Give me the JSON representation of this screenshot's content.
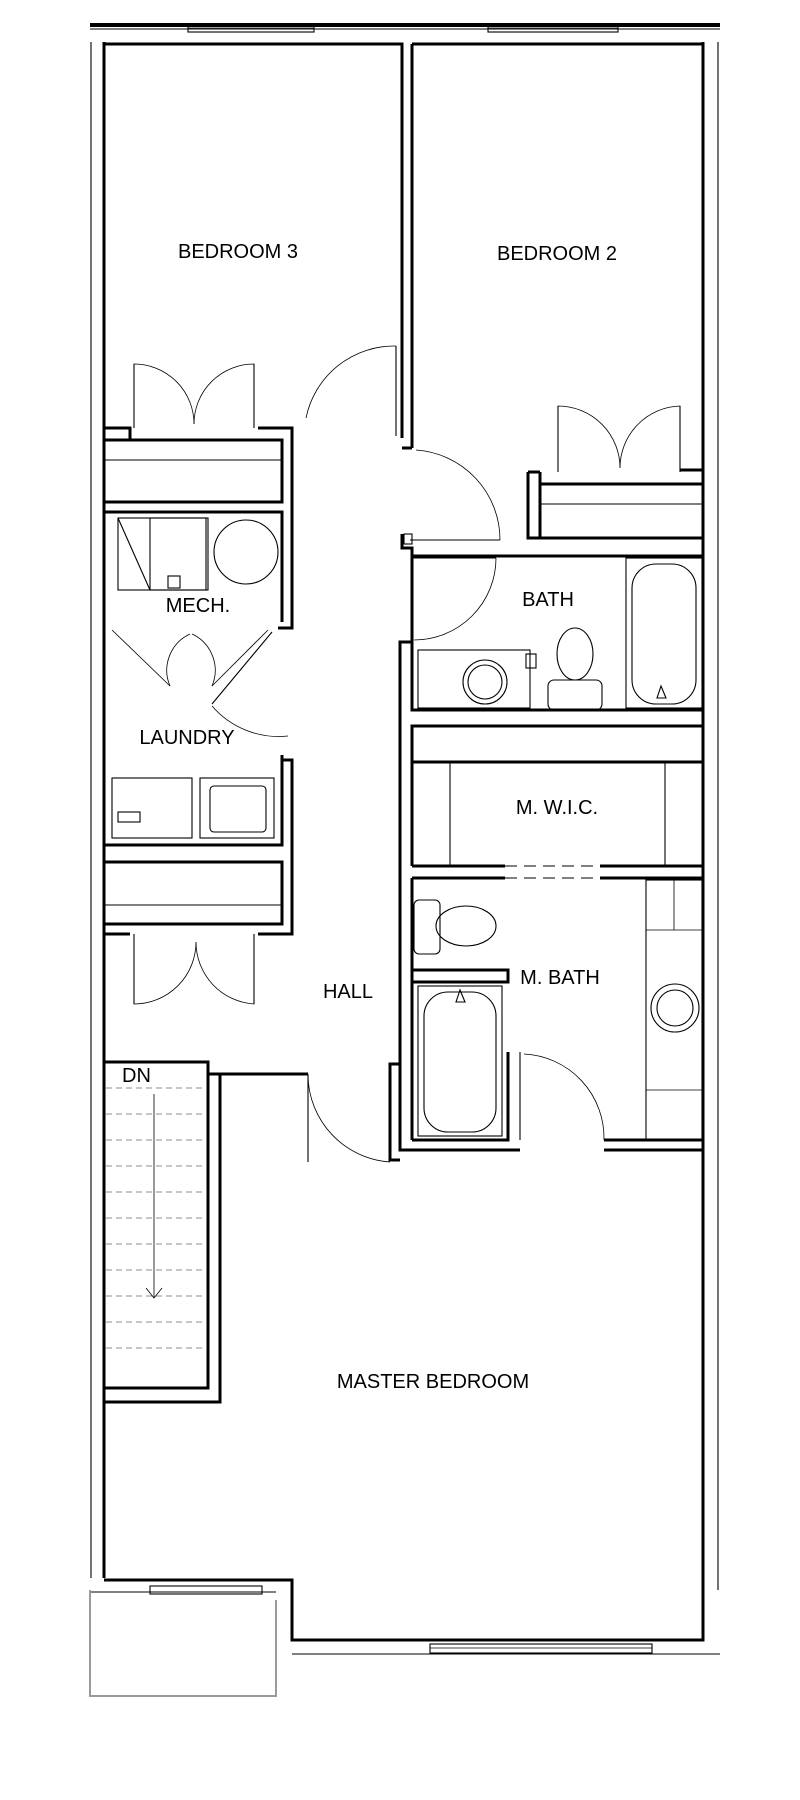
{
  "rooms": {
    "bedroom3": "BEDROOM 3",
    "bedroom2": "BEDROOM 2",
    "mech": "MECH.",
    "bath": "BATH",
    "laundry": "LAUNDRY",
    "mwic": "M. W.I.C.",
    "hall": "HALL",
    "mbath": "M. BATH",
    "master": "MASTER BEDROOM"
  },
  "stair": {
    "direction": "DN"
  }
}
